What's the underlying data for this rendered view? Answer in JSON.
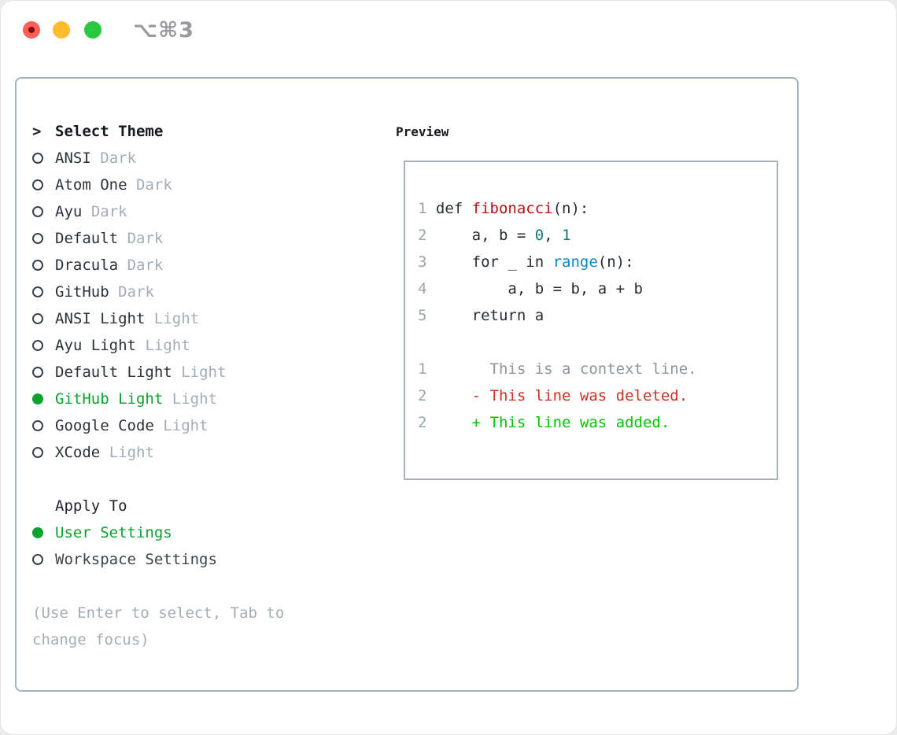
{
  "window": {
    "title": "⌥⌘3",
    "traffic_lights": [
      "close",
      "minimize",
      "zoom"
    ]
  },
  "colors": {
    "accent_green": "#0aa32f",
    "diff_added_green": "#00c200",
    "diff_deleted_red": "#cd3125",
    "function_red": "#b01414",
    "builtin_blue": "#0e87c4",
    "number_teal": "#0b7c74",
    "code_dark": "#262c33",
    "context_gray": "#8d959e",
    "muted_gray": "#a3adb8",
    "border_gray": "#a9b2bc",
    "traffic_red": "#ff5f57",
    "traffic_yellow": "#febc2e",
    "traffic_green": "#28c840"
  },
  "theme_panel": {
    "header_prefix": ">",
    "header_label": "Select Theme",
    "themes": [
      {
        "name": "ANSI",
        "variant": "Dark",
        "selected": false
      },
      {
        "name": "Atom One",
        "variant": "Dark",
        "selected": false
      },
      {
        "name": "Ayu",
        "variant": "Dark",
        "selected": false
      },
      {
        "name": "Default",
        "variant": "Dark",
        "selected": false
      },
      {
        "name": "Dracula",
        "variant": "Dark",
        "selected": false
      },
      {
        "name": "GitHub",
        "variant": "Dark",
        "selected": false
      },
      {
        "name": "ANSI Light",
        "variant": "Light",
        "selected": false
      },
      {
        "name": "Ayu Light",
        "variant": "Light",
        "selected": false
      },
      {
        "name": "Default Light",
        "variant": "Light",
        "selected": false
      },
      {
        "name": "GitHub Light",
        "variant": "Light",
        "selected": true
      },
      {
        "name": "Google Code",
        "variant": "Light",
        "selected": false
      },
      {
        "name": "XCode",
        "variant": "Light",
        "selected": false
      }
    ],
    "apply_to_label": "Apply To",
    "apply_options": [
      {
        "name": "User Settings",
        "selected": true
      },
      {
        "name": "Workspace Settings",
        "selected": false
      }
    ],
    "hint_line1": "(Use Enter to select, Tab to",
    "hint_line2": "change focus)"
  },
  "preview_panel": {
    "header": "Preview",
    "code_lines": [
      {
        "num": "1",
        "tokens": [
          {
            "t": "def ",
            "c": "code_dark"
          },
          {
            "t": "fibonacci",
            "c": "function_red"
          },
          {
            "t": "(n):",
            "c": "code_dark"
          }
        ]
      },
      {
        "num": "2",
        "tokens": [
          {
            "t": "    a, b = ",
            "c": "code_dark"
          },
          {
            "t": "0",
            "c": "number_teal"
          },
          {
            "t": ", ",
            "c": "code_dark"
          },
          {
            "t": "1",
            "c": "number_teal"
          }
        ]
      },
      {
        "num": "3",
        "tokens": [
          {
            "t": "    for _ in ",
            "c": "code_dark"
          },
          {
            "t": "range",
            "c": "builtin_blue"
          },
          {
            "t": "(n):",
            "c": "code_dark"
          }
        ]
      },
      {
        "num": "4",
        "tokens": [
          {
            "t": "        a, b = b, a + b",
            "c": "code_dark"
          }
        ]
      },
      {
        "num": "5",
        "tokens": [
          {
            "t": "    return a",
            "c": "code_dark"
          }
        ]
      },
      {
        "num": "",
        "tokens": []
      },
      {
        "num": "1",
        "tokens": [
          {
            "t": "      This is a context line.",
            "c": "context_gray"
          }
        ]
      },
      {
        "num": "2",
        "tokens": [
          {
            "t": "    - This line was deleted.",
            "c": "diff_deleted_red"
          }
        ]
      },
      {
        "num": "2",
        "tokens": [
          {
            "t": "    + This line was added.",
            "c": "diff_added_green"
          }
        ]
      }
    ]
  }
}
